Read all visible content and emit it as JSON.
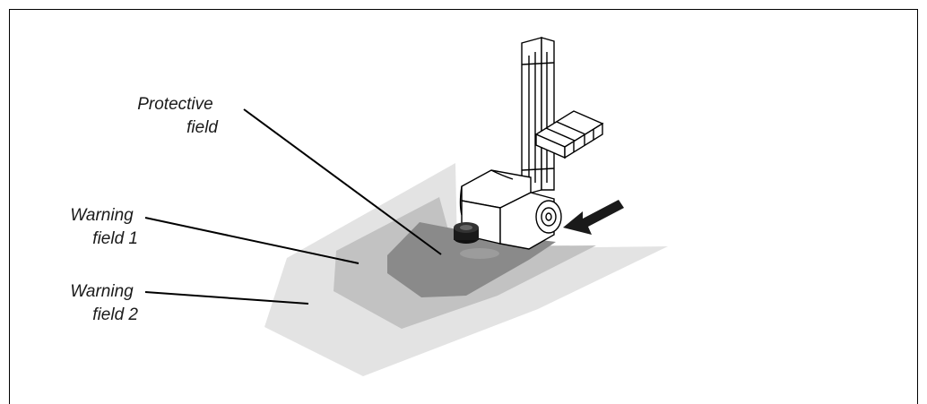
{
  "labels": {
    "protective_field": [
      "Protective",
      "field"
    ],
    "warning_field_1": [
      "Warning",
      "field 1"
    ],
    "warning_field_2": [
      "Warning",
      "field 2"
    ]
  },
  "colors": {
    "warning_field_2": "#e3e3e3",
    "warning_field_1": "#c2c2c2",
    "protective_field": "#8a8a8a",
    "line": "#000000",
    "vehicle_body": "#ffffff"
  },
  "icons": {
    "vehicle": "forklift-icon",
    "scanner": "laser-scanner-icon",
    "direction": "arrow-left-icon"
  }
}
